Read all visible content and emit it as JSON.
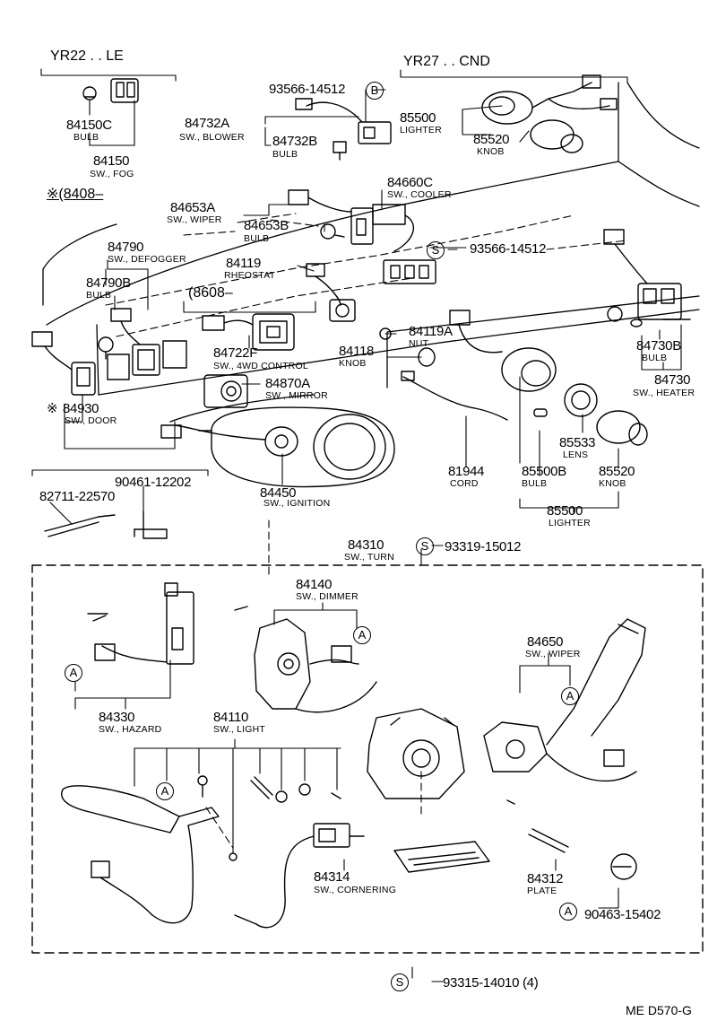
{
  "headers": {
    "yr22": "YR22 . . LE",
    "yr27": "YR27 . . CND",
    "k8408": "※(8408–",
    "k8608": "(8608–"
  },
  "parts": [
    {
      "id": "84150C",
      "name": "BULB"
    },
    {
      "id": "84150",
      "name": "SW., FOG"
    },
    {
      "id": "93566-14512",
      "name": ""
    },
    {
      "id": "84732A",
      "name": "SW., BLOWER"
    },
    {
      "id": "84732B",
      "name": "BULB"
    },
    {
      "id": "85500",
      "name": "LIGHTER"
    },
    {
      "id": "85520",
      "name": "KNOB"
    },
    {
      "id": "84660C",
      "name": "SW., COOLER"
    },
    {
      "id": "84653A",
      "name": "SW., WIPER"
    },
    {
      "id": "84653B",
      "name": "BULB"
    },
    {
      "id": "93566-14512",
      "name": ""
    },
    {
      "id": "84790",
      "name": "SW., DEFOGGER"
    },
    {
      "id": "84119",
      "name": "RHEOSTAT"
    },
    {
      "id": "84790B",
      "name": "BULB"
    },
    {
      "id": "84119A",
      "name": "NUT"
    },
    {
      "id": "84118",
      "name": "KNOB"
    },
    {
      "id": "84722F",
      "name": "SW., 4WD CONTROL"
    },
    {
      "id": "84870A",
      "name": "SW., MIRROR"
    },
    {
      "id": "84730B",
      "name": "BULB"
    },
    {
      "id": "84730",
      "name": "SW., HEATER"
    },
    {
      "id": "84930",
      "name": "SW., DOOR"
    },
    {
      "id": "85533",
      "name": "LENS"
    },
    {
      "id": "81944",
      "name": "CORD"
    },
    {
      "id": "85500B",
      "name": "BULB"
    },
    {
      "id": "85520",
      "name": "KNOB"
    },
    {
      "id": "85500",
      "name": "LIGHTER"
    },
    {
      "id": "90461-12202",
      "name": ""
    },
    {
      "id": "82711-22570",
      "name": ""
    },
    {
      "id": "84450",
      "name": "SW., IGNITION"
    },
    {
      "id": "84310",
      "name": "SW., TURN"
    },
    {
      "id": "93319-15012",
      "name": ""
    },
    {
      "id": "84140",
      "name": "SW., DIMMER"
    },
    {
      "id": "84650",
      "name": "SW., WIPER"
    },
    {
      "id": "84330",
      "name": "SW., HAZARD"
    },
    {
      "id": "84110",
      "name": "SW., LIGHT"
    },
    {
      "id": "84314",
      "name": "SW., CORNERING"
    },
    {
      "id": "84312",
      "name": "PLATE"
    },
    {
      "id": "90463-15402",
      "name": ""
    },
    {
      "id": "93315-14010 (4)",
      "name": ""
    }
  ],
  "markers": {
    "a": "A",
    "b": "B",
    "s": "S",
    "k": "※"
  },
  "footer": "ME  D570-G"
}
